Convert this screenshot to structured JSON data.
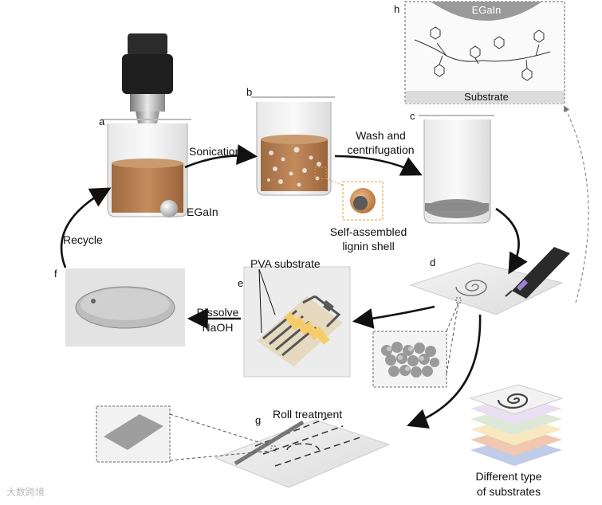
{
  "panels": {
    "a": "a",
    "b": "b",
    "c": "c",
    "d": "d",
    "e": "e",
    "f": "f",
    "g": "g",
    "h": "h"
  },
  "labels": {
    "sonication": "Sonication",
    "wash_line1": "Wash and",
    "wash_line2": "centrifugation",
    "egain_drop": "EGaIn",
    "recycle": "Recycle",
    "shell_line1": "Self-assembled",
    "shell_line2": "lignin shell",
    "pva": "PVA substrate",
    "dissolve_line1": "Dissolve",
    "dissolve_line2": "NaOH",
    "roll": "Roll treatment",
    "diff_line1": "Different type",
    "diff_line2": "of substrates",
    "h_egain": "EGaIn",
    "h_substrate": "Substrate",
    "watermark": "大数跨境"
  },
  "colors": {
    "beaker_fill": "#b77a4c",
    "arrow": "#111111",
    "dash": "#555555",
    "highlight": "#e0a030"
  }
}
